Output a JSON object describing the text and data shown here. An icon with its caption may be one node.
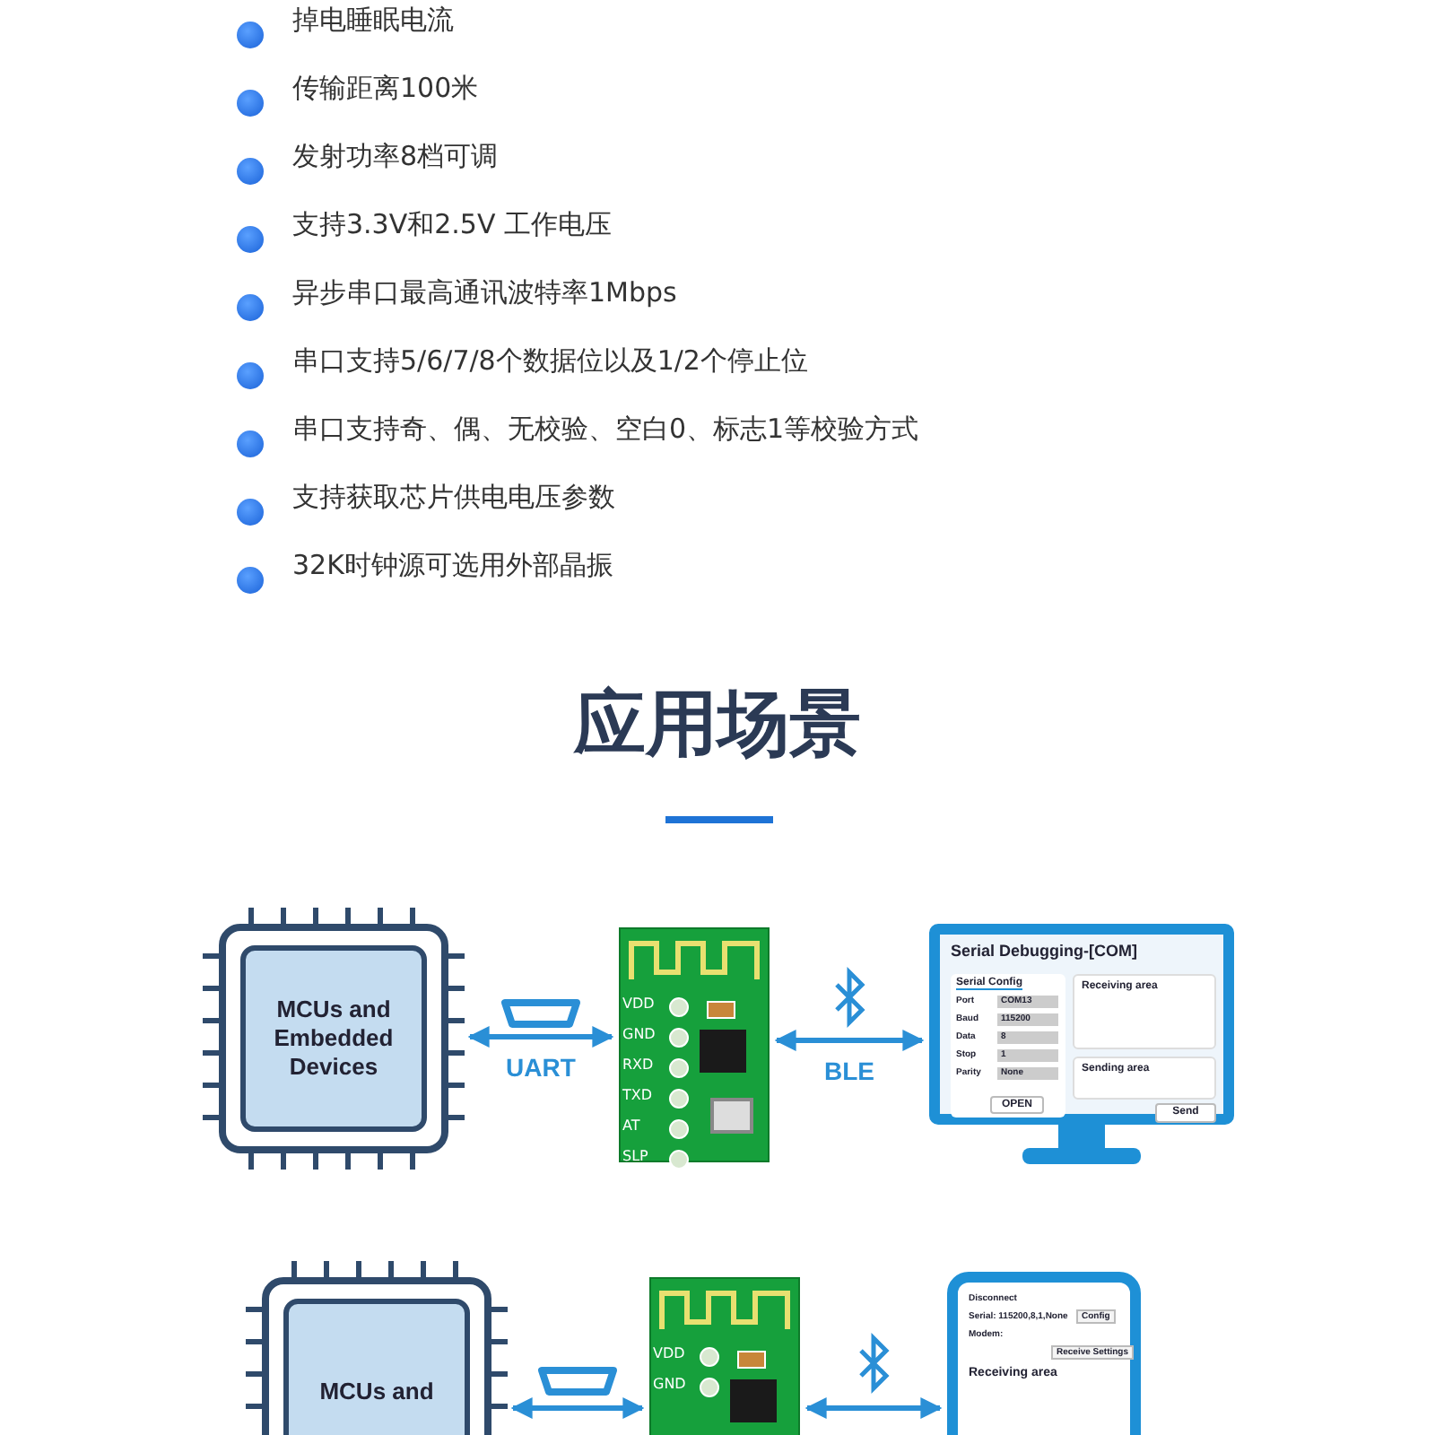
{
  "diagram": {
    "title": "应用场景",
    "nodes": [
      {
        "text": [
          "MCUs and Embedded Devices"
        ]
      },
      {
        "text": [
          "VDD",
          "GND",
          "RXD",
          "TXD",
          "AT",
          "SLP"
        ]
      },
      {
        "text": [
          "Serial Debugging-[COM]"
        ]
      },
      {
        "text": [
          "Serial Config",
          "Port",
          "COM13",
          "Baud",
          "115200",
          "Data",
          "8",
          "Stop",
          "1",
          "Parity",
          "None"
        ],
        "in": 2
      },
      {
        "text": [
          "Receiving area"
        ],
        "in": 2
      },
      {
        "text": [
          "Sending area"
        ],
        "in": 2
      },
      {
        "text": [
          "OPEN"
        ],
        "in": 3
      },
      {
        "text": [
          "Send"
        ],
        "in": 2
      },
      {
        "text": [
          "MCUs and"
        ]
      },
      {
        "text": [
          "VDD",
          "GND"
        ]
      },
      {
        "text": [
          "Disconnect",
          "Serial: 115200,8,1,None",
          "Config",
          "Modem:",
          "Receive Settings",
          "Receiving area"
        ]
      }
    ],
    "edges": [
      {
        "from": 0,
        "to": 1,
        "arrow": "both",
        "label": "UART"
      },
      {
        "from": 1,
        "to": 2,
        "arrow": "both",
        "label": "BLE"
      },
      {
        "from": 8,
        "to": 9,
        "arrow": "both"
      },
      {
        "from": 9,
        "to": 10,
        "arrow": "both"
      }
    ],
    "labels": [
      "掉电睡眠电流",
      "传输距离100米",
      "发射功率8档可调",
      "支持3.3V和2.5V 工作电压",
      "异步串口最高通讯波特率1Mbps",
      "串口支持5/6/7/8个数据位以及1/2个停止位",
      "串口支持奇、偶、无校验、空白0、标志1等校验方式",
      "支持获取芯片供电电压参数",
      "32K时钟源可选用外部晶振"
    ]
  }
}
